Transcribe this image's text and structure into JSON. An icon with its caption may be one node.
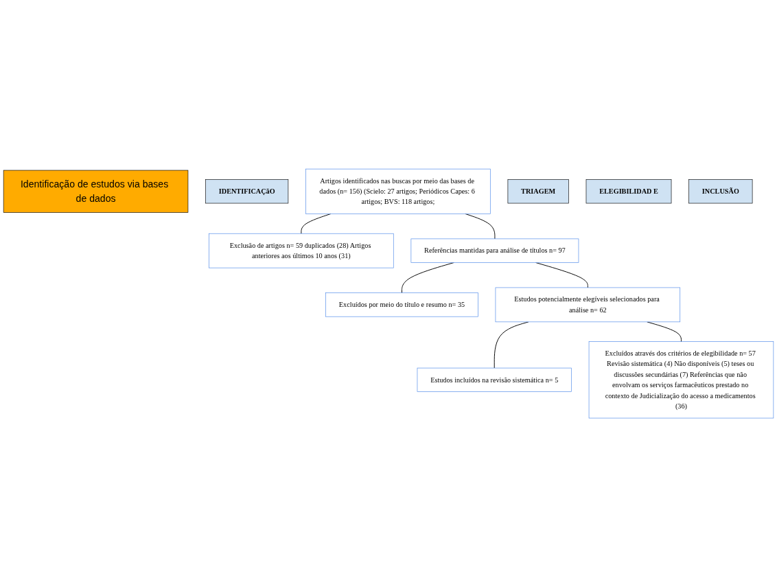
{
  "diagram": {
    "nodes": [
      {
        "text": [
          "Identificação de estudos via bases de dados"
        ]
      },
      {
        "text": [
          "IDENTIFICAÇãO"
        ]
      },
      {
        "text": [
          "Artigos identificados nas buscas por meio das bases de dados (n= 156) (Scielo: 27 artigos; Periódicos Capes: 6 artigos; BVS: 118 artigos;"
        ]
      },
      {
        "text": [
          "Exclusão de artigos n= 59 duplicados (28) Artigos anteriores aos últimos 10 anos (31)"
        ]
      },
      {
        "text": [
          "TRIAGEM"
        ]
      },
      {
        "text": [
          "Referências mantidas para análise de títulos n= 97"
        ]
      },
      {
        "text": [
          "Excluídos por meio do título e resumo n= 35"
        ]
      },
      {
        "text": [
          "ELEGIBILIDAD E"
        ]
      },
      {
        "text": [
          "Estudos potencialmente elegíveis selecionados para análise n= 62"
        ]
      },
      {
        "text": [
          "Excluídos através dos critérios de elegibilidade n= 57 Revisão sistemática (4) Não disponíveis (5) teses ou discussões secundárias (7) Referências que não envolvam os serviços farmacêuticos prestado no contexto de Judicialização do acesso a medicamentos (36)"
        ]
      },
      {
        "text": [
          "INCLUSÃO"
        ]
      },
      {
        "text": [
          "Estudos incluídos na revisão sistemática n= 5"
        ]
      }
    ],
    "edges": [
      {
        "from": 2,
        "to": 5,
        "arrow": "none"
      },
      {
        "from": 2,
        "to": 3,
        "arrow": "none"
      },
      {
        "from": 5,
        "to": 8,
        "arrow": "none"
      },
      {
        "from": 5,
        "to": 6,
        "arrow": "none"
      },
      {
        "from": 8,
        "to": 11,
        "arrow": "none"
      },
      {
        "from": 8,
        "to": 9,
        "arrow": "none"
      }
    ]
  }
}
